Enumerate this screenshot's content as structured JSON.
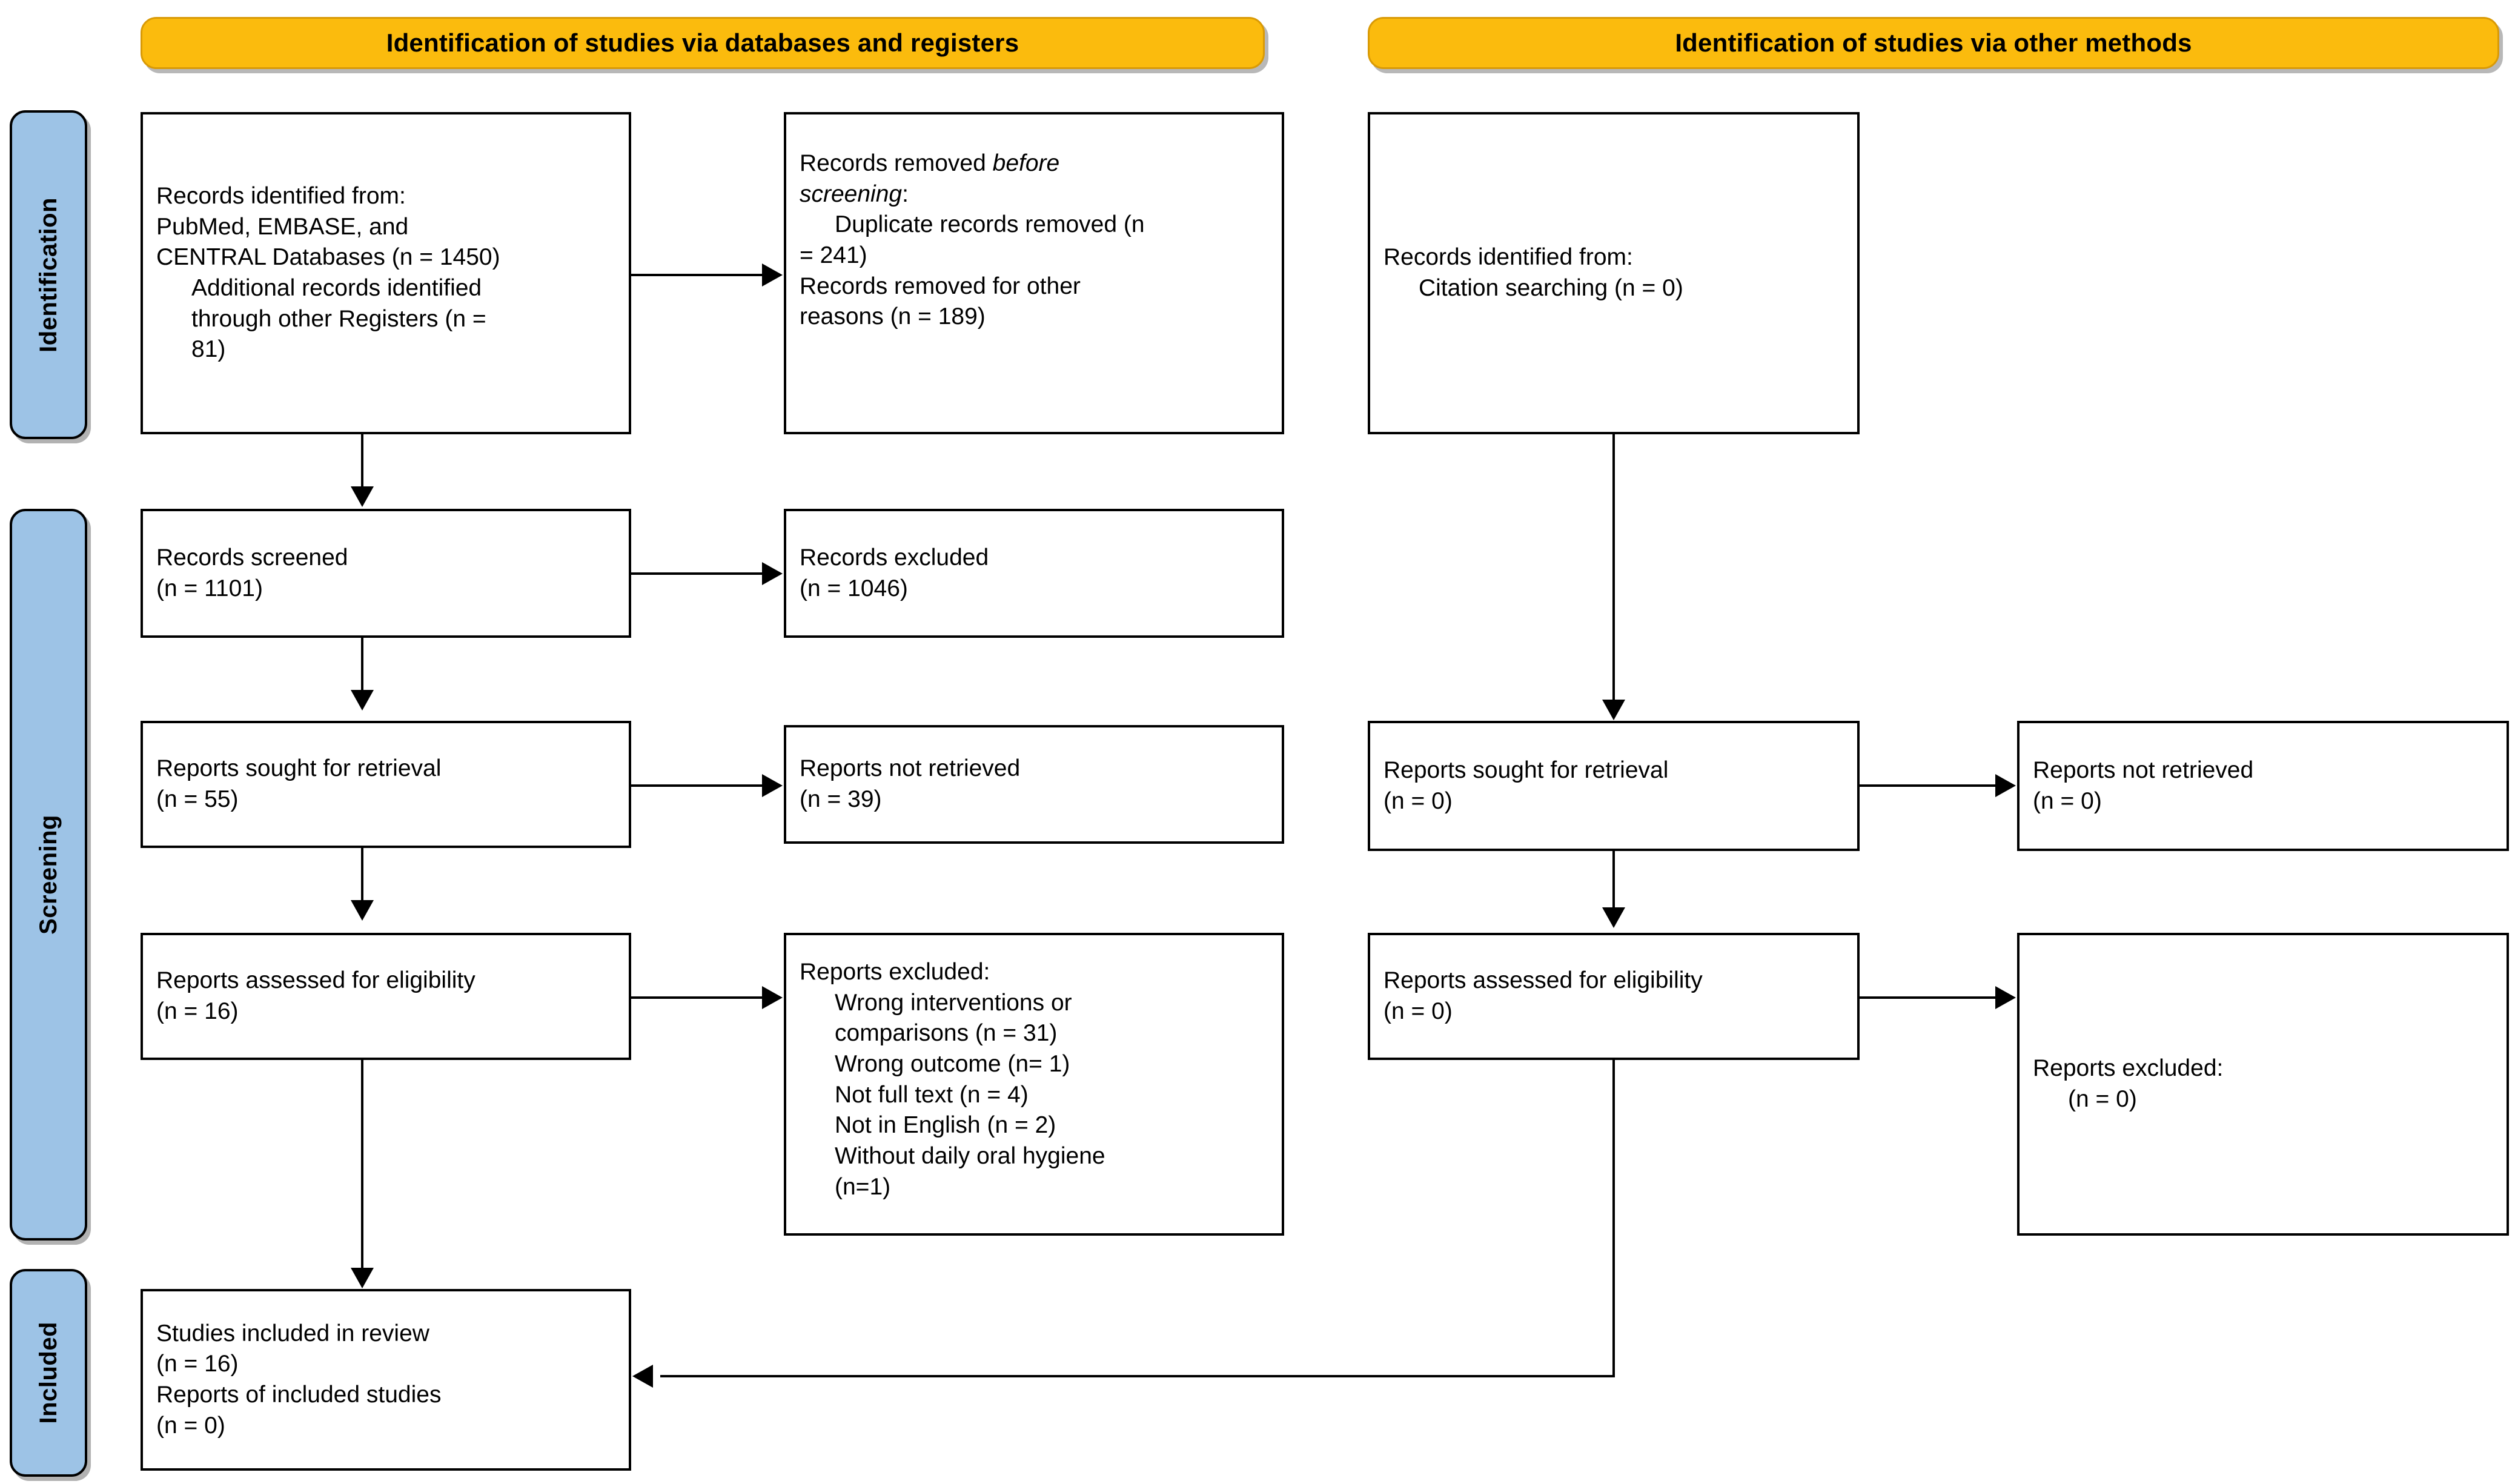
{
  "headers": [
    {
      "id": "databases",
      "label": "Identification of studies via databases and registers"
    },
    {
      "id": "other",
      "label": "Identification of studies via other methods"
    }
  ],
  "stages": [
    {
      "id": "identification",
      "label": "Identification"
    },
    {
      "id": "screening",
      "label": "Screening"
    },
    {
      "id": "included",
      "label": "Included"
    }
  ],
  "left_column": {
    "records_identified": {
      "line1": "Records identified from:",
      "line2": "PubMed, EMBASE, and",
      "line3": "CENTRAL Databases (n = 1450)",
      "line4": "Additional records identified",
      "line5": "through other Registers (n =",
      "line6": "81)"
    },
    "records_removed": {
      "line1": "Records removed ",
      "line1_italic": "before",
      "line2_italic": "screening",
      "line2_tail": ":",
      "line3": "Duplicate records removed (n",
      "line4": "= 241)",
      "line5": "Records removed for other",
      "line6": "reasons (n = 189)"
    },
    "records_screened": {
      "line1": "Records screened",
      "line2": "(n = 1101)"
    },
    "records_excluded": {
      "line1": "Records excluded",
      "line2": "(n = 1046)"
    },
    "reports_sought": {
      "line1": "Reports sought for retrieval",
      "line2": "(n = 55)"
    },
    "reports_not_retrieved": {
      "line1": "Reports not retrieved",
      "line2": "(n = 39)"
    },
    "reports_assessed": {
      "line1": "Reports assessed for eligibility",
      "line2": "(n = 16)"
    },
    "reports_excluded": {
      "line1": "Reports excluded:",
      "line2": "Wrong interventions or",
      "line3": "comparisons (n = 31)",
      "line4": "Wrong outcome (n= 1)",
      "line5": "Not full text (n = 4)",
      "line6": "Not in English (n = 2)",
      "line7": "Without daily oral hygiene",
      "line8": "(n=1)"
    },
    "studies_included": {
      "line1": "Studies included in review",
      "line2": "(n = 16)",
      "line3": "Reports of included studies",
      "line4": "(n = 0)"
    }
  },
  "right_column": {
    "records_identified": {
      "line1": "Records identified from:",
      "line2": "Citation searching (n = 0)"
    },
    "reports_sought": {
      "line1": "Reports sought for retrieval",
      "line2": "(n = 0)"
    },
    "reports_not_retrieved": {
      "line1": "Reports not retrieved",
      "line2": "(n = 0)"
    },
    "reports_assessed": {
      "line1": "Reports assessed for eligibility",
      "line2": "(n = 0)"
    },
    "reports_excluded": {
      "line1": "Reports excluded:",
      "line2": "(n = 0)"
    }
  },
  "colors": {
    "header_fill": "#FBBB0D",
    "header_border": "#D99A06",
    "stage_fill": "#9DC3E6",
    "box_border": "#000000",
    "connector": "#000000"
  }
}
